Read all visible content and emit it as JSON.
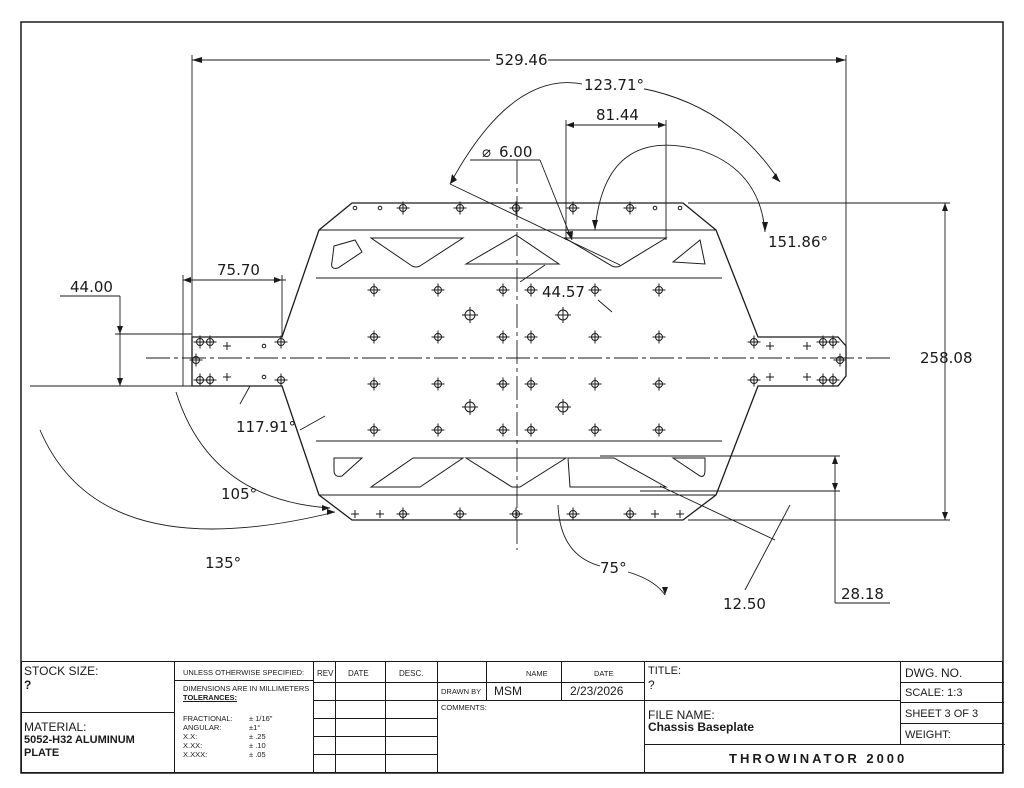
{
  "dimensions": {
    "overall_width": "529.46",
    "angle_top": "123.71°",
    "width_81": "81.44",
    "hole_dia": "6.00",
    "dia_symbol": "⌀",
    "angle_right_top": "151.86°",
    "dim_75_70": "75.70",
    "dim_44_00": "44.00",
    "dim_44_57": "44.57",
    "overall_height": "258.08",
    "angle_117": "117.91°",
    "angle_105": "105°",
    "angle_135": "135°",
    "angle_75": "75°",
    "dim_12_50": "12.50",
    "dim_28_18": "28.18"
  },
  "title_block": {
    "stock_size_label": "STOCK SIZE:",
    "stock_size_value": "?",
    "material_label": "MATERIAL:",
    "material_value_line1": "5052-H32 ALUMINUM",
    "material_value_line2": "PLATE",
    "unless_specified": "UNLESS OTHERWISE SPECIFIED:",
    "dims_in_mm": "DIMENSIONS ARE IN MILLIMETERS",
    "tolerances": "TOLERANCES:",
    "tol_rows": [
      {
        "label": "FRACTIONAL:",
        "value": "± 1/16\""
      },
      {
        "label": "ANGULAR:",
        "value": "±1°"
      },
      {
        "label": "X.X:",
        "value": "± .25"
      },
      {
        "label": "X.XX:",
        "value": "± .10"
      },
      {
        "label": "X.XXX:",
        "value": "± .05"
      }
    ],
    "rev_header": "REV",
    "date_header": "DATE",
    "desc_header": "DESC.",
    "name_header": "NAME",
    "date_header2": "DATE",
    "drawn_by_label": "DRAWN BY",
    "drawn_by_name": "MSM",
    "drawn_date": "2/23/2026",
    "comments_label": "COMMENTS:",
    "title_label": "TITLE:",
    "title_value": "?",
    "file_name_label": "FILE NAME:",
    "file_name_value": "Chassis Baseplate",
    "company": "THROWINATOR 2000",
    "dwg_no_label": "DWG.  NO.",
    "scale": "SCALE: 1:3",
    "sheet": "SHEET 3 OF 3",
    "weight_label": "WEIGHT:"
  }
}
